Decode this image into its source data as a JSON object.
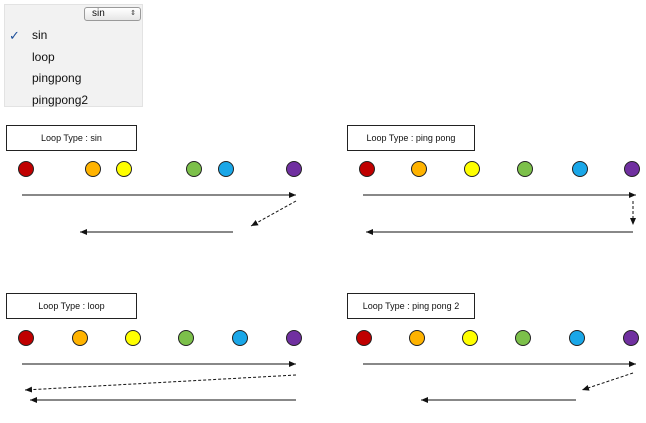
{
  "dropdown": {
    "selected": "sin",
    "arrow_icon": "up-down-arrows-icon",
    "options": [
      "sin",
      "loop",
      "pingpong",
      "pingpong2"
    ],
    "checked_index": 0
  },
  "panels": [
    {
      "id": "sin",
      "title": "Loop Type : sin"
    },
    {
      "id": "pingpong",
      "title": "Loop Type : ping pong"
    },
    {
      "id": "loop",
      "title": "Loop Type : loop"
    },
    {
      "id": "pingpong2",
      "title": "Loop Type : ping pong 2"
    }
  ],
  "dot_colors": [
    "#c00000",
    "#ffb300",
    "#ffff00",
    "#7cc04a",
    "#1aa7e8",
    "#7030a0"
  ]
}
